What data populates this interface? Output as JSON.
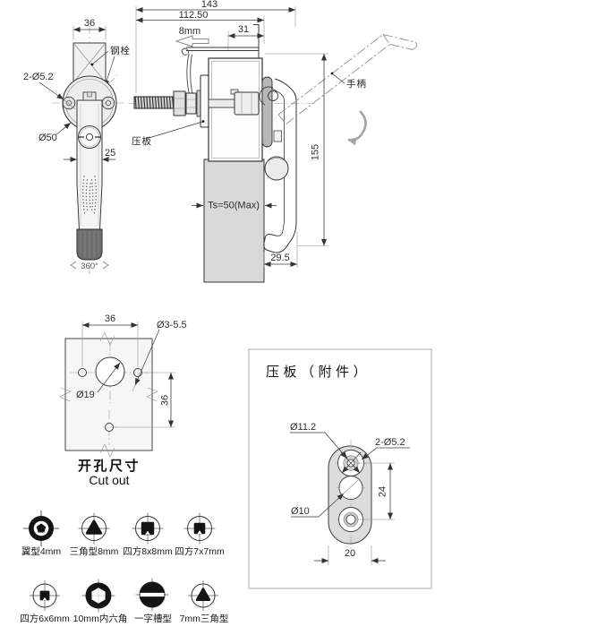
{
  "colors": {
    "line": "#3a3a3a",
    "door_panel_fill": "#d9d9d9",
    "clamp_plate_fill": "#dcdcdc",
    "grip_fill": "#6e6e6e",
    "back_flange_fill": "#b7b7b7",
    "panel_box_border": "#c4c4c4",
    "icon_black": "#141414"
  },
  "front_view": {
    "dim_width": "36",
    "pin_label": "钢栓",
    "dim_holes": "2-Ø5.2",
    "dim_flange": "Ø50",
    "dim_handle_width": "25",
    "rotation": "360°"
  },
  "side_view": {
    "dim_total": "143",
    "dim_body": "112.50",
    "dim_travel": "8mm",
    "dim_offset": "31",
    "clamp_label": "压板",
    "handle_label": "手柄",
    "dim_height": "155",
    "dim_grip_range": "Ts=50(Max)",
    "dim_hook": "29.5"
  },
  "cutout": {
    "dim_width": "36",
    "dim_small_holes": "Ø3-5.5",
    "dim_center_hole": "Ø19",
    "dim_vertical": "36",
    "title_cn": "开孔尺寸",
    "title_en": "Cut out"
  },
  "clamp_panel": {
    "title": "压板（附件）",
    "dim_counterbore": "Ø11.2",
    "dim_through_holes": "2-Ø5.2",
    "dim_bottom_hole": "Ø10",
    "dim_hole_spacing": "24",
    "dim_width": "20"
  },
  "drive_options": {
    "row1": [
      {
        "type": "wing-4mm",
        "label": "翼型4mm"
      },
      {
        "type": "triangle-8mm",
        "label": "三角型8mm"
      },
      {
        "type": "square-8x8mm",
        "label": "四方8x8mm"
      },
      {
        "type": "square-7x7mm",
        "label": "四方7x7mm"
      }
    ],
    "row2": [
      {
        "type": "square-6x6mm",
        "label": "四方6x6mm"
      },
      {
        "type": "hex-socket-10mm",
        "label": "10mm内六角"
      },
      {
        "type": "slot",
        "label": "一字槽型"
      },
      {
        "type": "triangle-7mm",
        "label": "7mm三角型"
      }
    ]
  }
}
